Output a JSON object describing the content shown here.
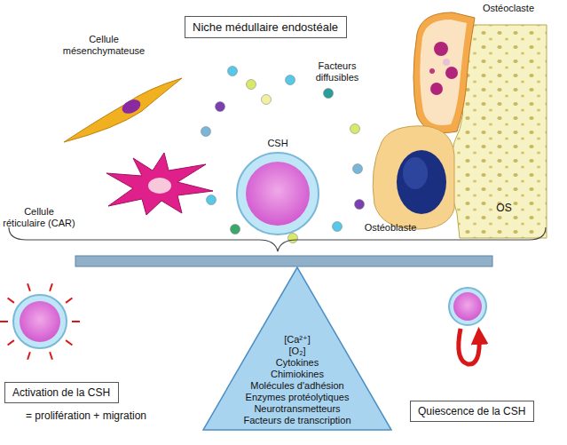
{
  "diagram": {
    "nodes": [
      {
        "text": [
          "Niche médullaire endostéale"
        ]
      },
      {
        "text": [
          "[Ca²⁺]",
          "[O₂]",
          "Cytokines",
          "Chimiokines",
          "Molécules d'adhésion",
          "Enzymes protéolytiques",
          "Neurotransmetteurs",
          "Facteurs de transcription"
        ]
      },
      {
        "text": [
          "Activation de la CSH"
        ]
      },
      {
        "text": [
          "Quiescence de la CSH"
        ]
      }
    ],
    "labels": [
      "Ostéoclaste",
      "Cellule mésenchymateuse",
      "Facteurs diffusibles",
      "CSH",
      "Cellule réticulaire (CAR)",
      "OS",
      "Ostéoblaste",
      "= prolifération + migration"
    ]
  }
}
